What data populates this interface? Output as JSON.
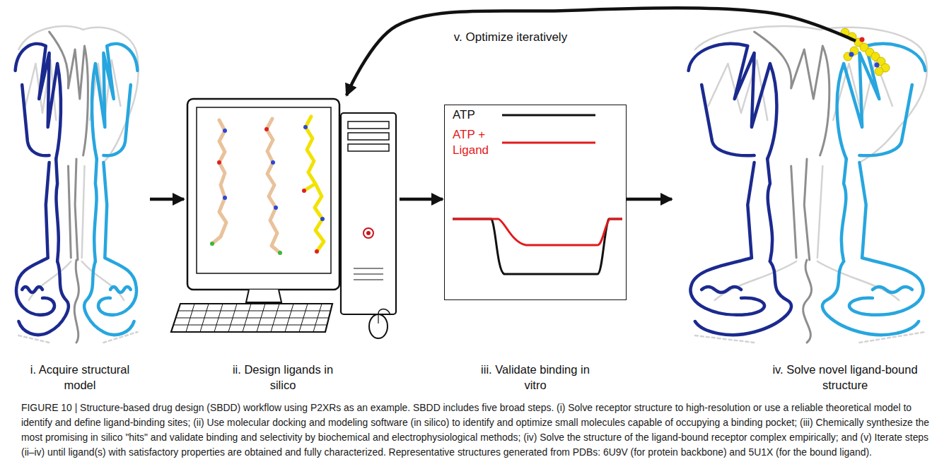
{
  "diagram": {
    "caption": "FIGURE 10 | Structure-based drug design (SBDD) workflow using P2XRs as an example. SBDD includes five broad steps. (i) Solve receptor structure to high-resolution or use a reliable theoretical model to identify and define ligand-binding sites; (ii) Use molecular docking and modeling software (in silico) to identify and optimize small molecules capable of occupying a binding pocket; (iii) Chemically synthesize the most promising in silico \"hits\" and validate binding and selectivity by biochemical and electrophysiological methods; (iv) Solve the structure of the ligand-bound receptor complex empirically; and (v) Iterate steps (ii–iv) until ligand(s) with satisfactory properties are obtained and fully characterized. Representative structures generated from PDBs: 6U9V (for protein backbone) and 5U1X (for the bound ligand).",
    "nodes": [
      {
        "text": [
          "i. Acquire structural model"
        ]
      },
      {
        "text": [
          "ii. Design ligands in silico"
        ]
      },
      {
        "text": [
          "iii. Validate binding in vitro"
        ]
      },
      {
        "text": [
          "iv. Solve novel ligand-bound structure"
        ]
      }
    ],
    "edges": [
      {
        "from": 0,
        "to": 1,
        "arrow": "to"
      },
      {
        "from": 1,
        "to": 2,
        "arrow": "to"
      },
      {
        "from": 2,
        "to": 3,
        "arrow": "to"
      },
      {
        "from": 3,
        "to": 1,
        "label": "v. Optimize iteratively",
        "arrow": "to"
      }
    ],
    "legend": [
      {
        "text": "ATP"
      },
      {
        "text": "ATP + Ligand"
      }
    ]
  }
}
